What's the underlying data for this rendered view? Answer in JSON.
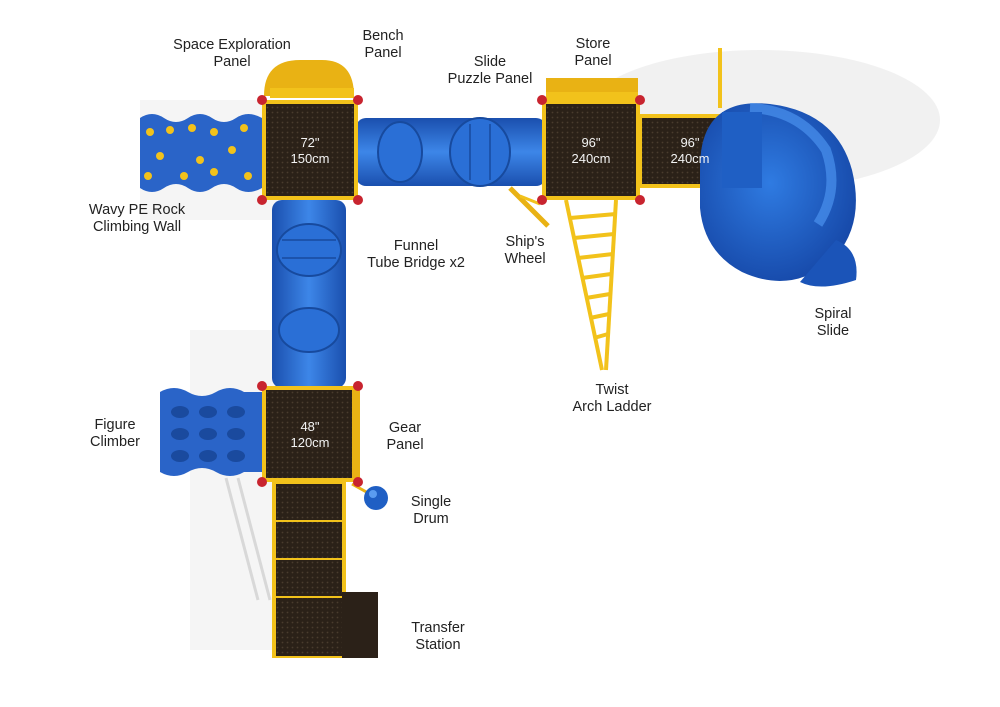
{
  "labels": {
    "space_panel": [
      "Space Exploration",
      "Panel"
    ],
    "bench_panel": [
      "Bench",
      "Panel"
    ],
    "slide_puzzle": [
      "Slide",
      "Puzzle Panel"
    ],
    "store_panel": [
      "Store",
      "Panel"
    ],
    "rock_wall": [
      "Wavy PE Rock",
      "Climbing Wall"
    ],
    "funnel_tube": [
      "Funnel",
      "Tube Bridge x2"
    ],
    "ships_wheel": [
      "Ship's",
      "Wheel"
    ],
    "spiral_slide": [
      "Spiral",
      "Slide"
    ],
    "twist_ladder": [
      "Twist",
      "Arch Ladder"
    ],
    "figure_climber": [
      "Figure",
      "Climber"
    ],
    "gear_panel": [
      "Gear",
      "Panel"
    ],
    "single_drum": [
      "Single",
      "Drum"
    ],
    "transfer_station": [
      "Transfer",
      "Station"
    ]
  },
  "decks": {
    "deck_72": [
      "72\"",
      "150cm"
    ],
    "deck_96_left": [
      "96\"",
      "240cm"
    ],
    "deck_96_right": [
      "96\"",
      "240cm"
    ],
    "deck_48": [
      "48\"",
      "120cm"
    ]
  },
  "colors": {
    "deck": "#2b2118",
    "frame": "#f2c21b",
    "blue": "#1f5fc4",
    "post": "#c8242f"
  }
}
